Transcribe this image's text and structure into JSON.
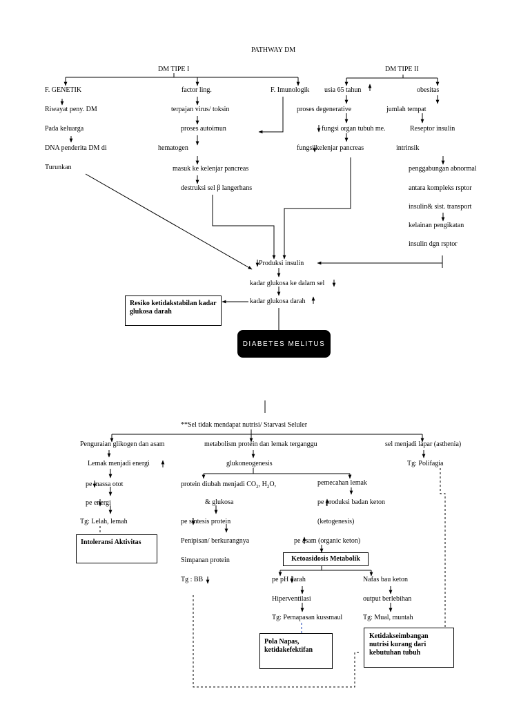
{
  "title": "PATHWAY DM",
  "tipe1": {
    "header": "DM TIPE I",
    "genetik": [
      "F. GENETIK",
      "Riwayat peny. DM",
      "Pada keluarga",
      "DNA penderita DM di",
      "Turunkan"
    ],
    "lingkungan": [
      "factor ling.",
      "terpajan virus/ toksin",
      "proses autoimun",
      "hematogen",
      "masuk ke kelenjar pancreas",
      "destruksi sel β langerhans"
    ],
    "imunologik": "F. Imunologik"
  },
  "tipe2": {
    "header": "DM TIPE II",
    "usia": [
      "usia 65 tahun",
      "proses degenerative",
      "fungsi organ tubuh me.",
      "fungsi kelenjar pancreas"
    ],
    "obesitas": [
      "obesitas",
      "jumlah tempat",
      "Reseptor insulin",
      "intrinsik",
      "penggabungan abnormal",
      "antara kompleks rsptor",
      "insulin& sist. transport",
      "kelainan pengikatan",
      "insulin dgn rsptor"
    ]
  },
  "central": [
    "Produksi insulin",
    "kadar glukosa ke dalam sel",
    "kadar glukosa darah"
  ],
  "box_resiko": "Resiko ketidakstabilan kadar glukosa darah",
  "diabetes": "DIABETES MELITUS",
  "starvasi": "**Sel tidak mendapat nutrisi/ Starvasi Seluler",
  "col_glikogen": [
    "Penguraian glikogen dan asam",
    "Lemak menjadi energi",
    "pe   massa otot",
    "pe   energi",
    "Tg: Lelah, lemah"
  ],
  "box_intoleransi": "Intoleransi Aktivitas",
  "col_metabolisme": [
    "metabolism protein dan lemak terganggu",
    "glukoneogenesis"
  ],
  "col_protein": [
    "protein diubah menjadi CO",
    "2",
    ", H",
    "2",
    "O,",
    "& glukosa",
    "pe   sintesis protein",
    "Penipisan/ berkurangnya",
    "Simpanan protein",
    "Tg : BB"
  ],
  "col_lemak": [
    "pemecahan lemak",
    "pe   produksi badan keton",
    "(ketogenesis)",
    "pe   asam (organic keton)"
  ],
  "box_ketoasidosis": "Ketoasidosis Metabolik",
  "col_ph": [
    "pe   pH darah",
    "Hiperventilasi",
    "Tg: Pernapasan kussmaul"
  ],
  "box_polanapas": "Pola Napas, ketidakefektifan",
  "col_napas": [
    "Nafas bau keton",
    "output berlebihan",
    "Tg: Mual, muntah"
  ],
  "col_lapar": [
    "sel menjadi lapar (asthenia)",
    "Tg: Polifagia"
  ],
  "box_nutrisi": "Ketidakseimbangan nutrisi kurang dari kebutuhan tubuh",
  "icons": {
    "down": "arrow-down-icon",
    "up": "arrow-up-icon"
  }
}
